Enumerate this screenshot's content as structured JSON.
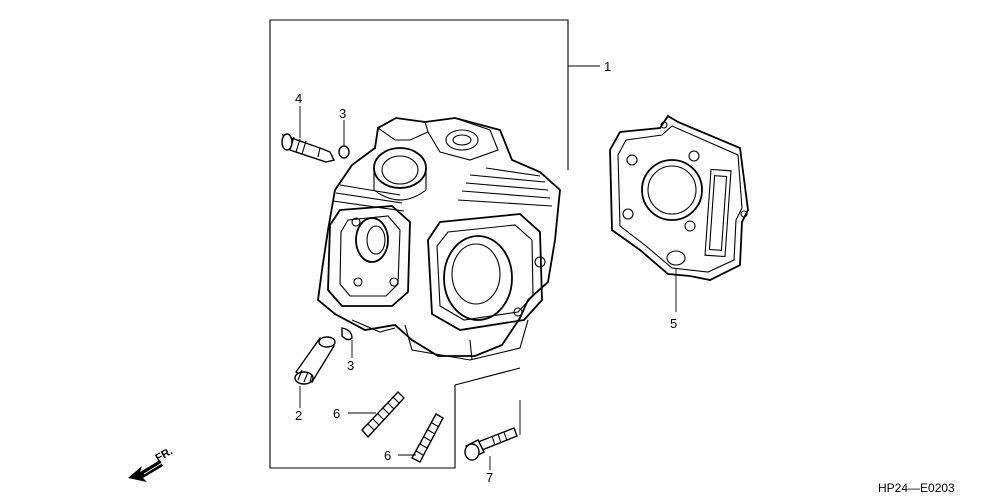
{
  "callouts": {
    "c1": "1",
    "c2": "2",
    "c3a": "3",
    "c3b": "3",
    "c4": "4",
    "c5": "5",
    "c6a": "6",
    "c6b": "6",
    "c7": "7"
  },
  "front_indicator": "FR.",
  "diagram_code": "HP24—E0203",
  "icons": {
    "front_arrow": "front-direction-arrow-icon"
  }
}
